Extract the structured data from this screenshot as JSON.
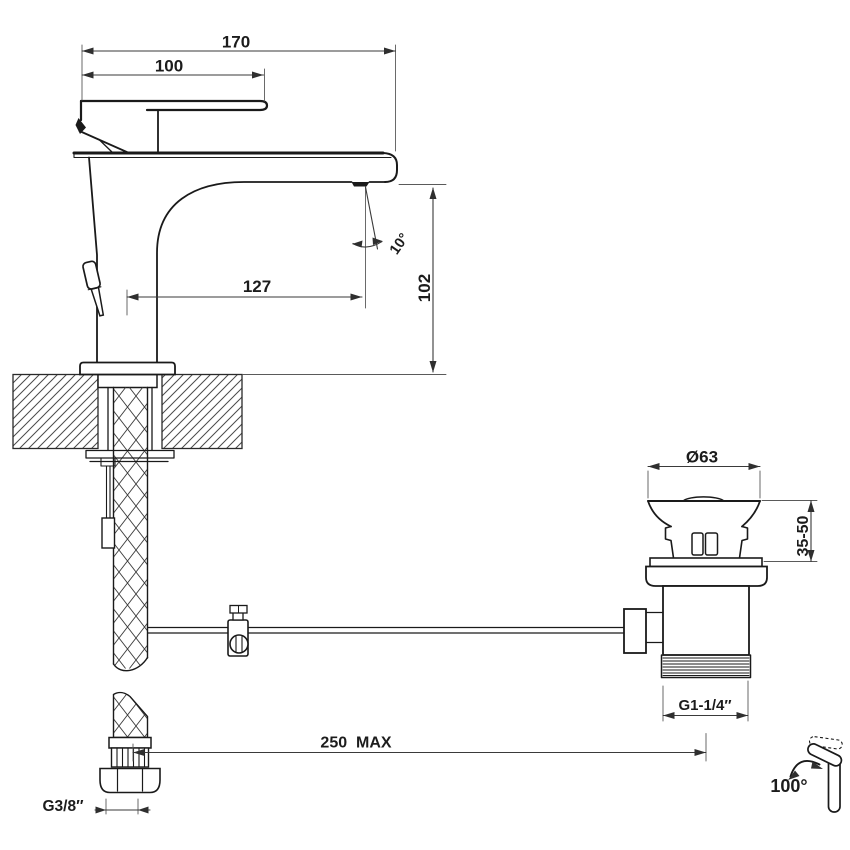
{
  "colors": {
    "background": "#ffffff",
    "line": "#1a1a1a",
    "dimension_line": "#3a3a3a",
    "hatch": "#4a4a4a"
  },
  "dims": {
    "total_projection": "170",
    "handle_length": "100",
    "spout_reach": "127",
    "outlet_height": "102",
    "outlet_angle": "10°",
    "waste_cap_diameter": "Ø63",
    "mounting_thickness": "35-50",
    "waste_thread": "G1-1/4″",
    "max_span": "250  MAX",
    "supply_thread": "G3/8″",
    "handle_swivel": "100°"
  },
  "icons": {
    "rotation_arrow": "curved-double-arrow",
    "mini_faucet": "faucet-front-view-with-lever"
  }
}
